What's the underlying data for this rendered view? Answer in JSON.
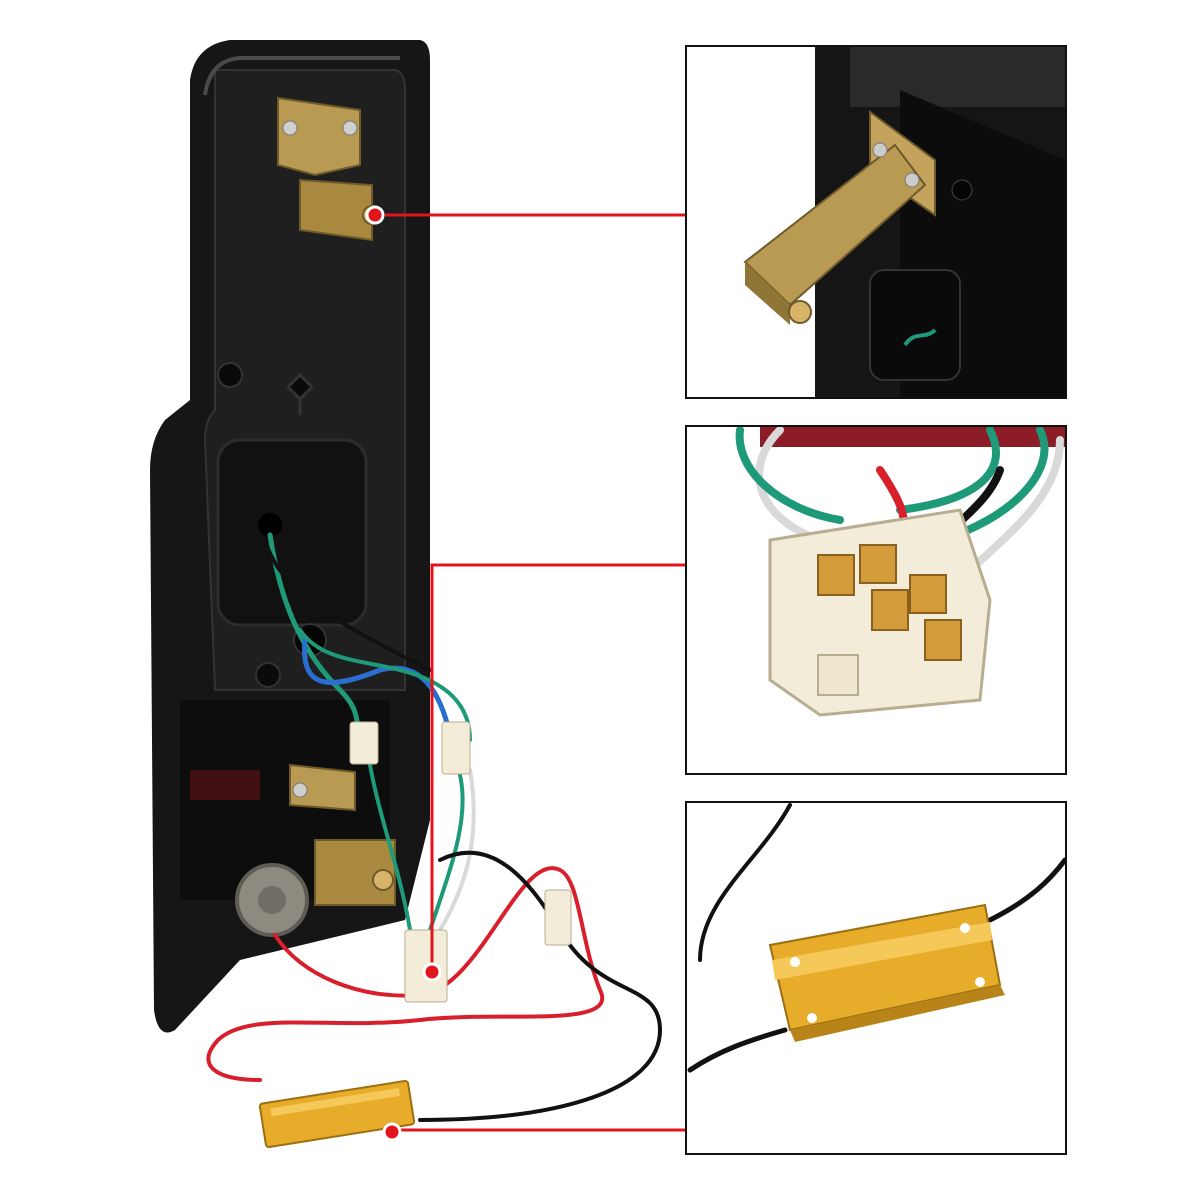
{
  "colors": {
    "background": "#ffffff",
    "callout_line": "#e3141b",
    "inset_border": "#111111",
    "housing": "#161616",
    "bracket_metal": "#b89a52",
    "resistor_gold": "#e6ac2a",
    "wire_green": "#1f9a78",
    "wire_blue": "#2a6fd0",
    "wire_red": "#d81f2c",
    "wire_black": "#111111",
    "wire_white": "#d9d9d9",
    "connector": "#f3ecd8"
  },
  "photo": {
    "subject": "taillight-housing-rear-view"
  },
  "callouts": [
    {
      "id": "bracket",
      "inset_subject": "mounting-bracket-closeup"
    },
    {
      "id": "connector",
      "inset_subject": "wiring-connector-closeup"
    },
    {
      "id": "resistor",
      "inset_subject": "load-resistor-closeup"
    }
  ]
}
